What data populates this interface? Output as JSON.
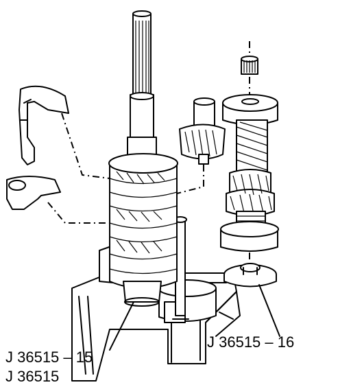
{
  "callouts": {
    "tool_15": "J 36515 – 15",
    "tool_base": "J 36515",
    "tool_16": "J 36515 – 16"
  },
  "icons": [
    "mainshaft-gear-stack",
    "shift-fork-upper",
    "shift-fork-lower",
    "countershaft",
    "pilot-bearing",
    "clutch-hub",
    "support-fixture",
    "press-tool"
  ]
}
